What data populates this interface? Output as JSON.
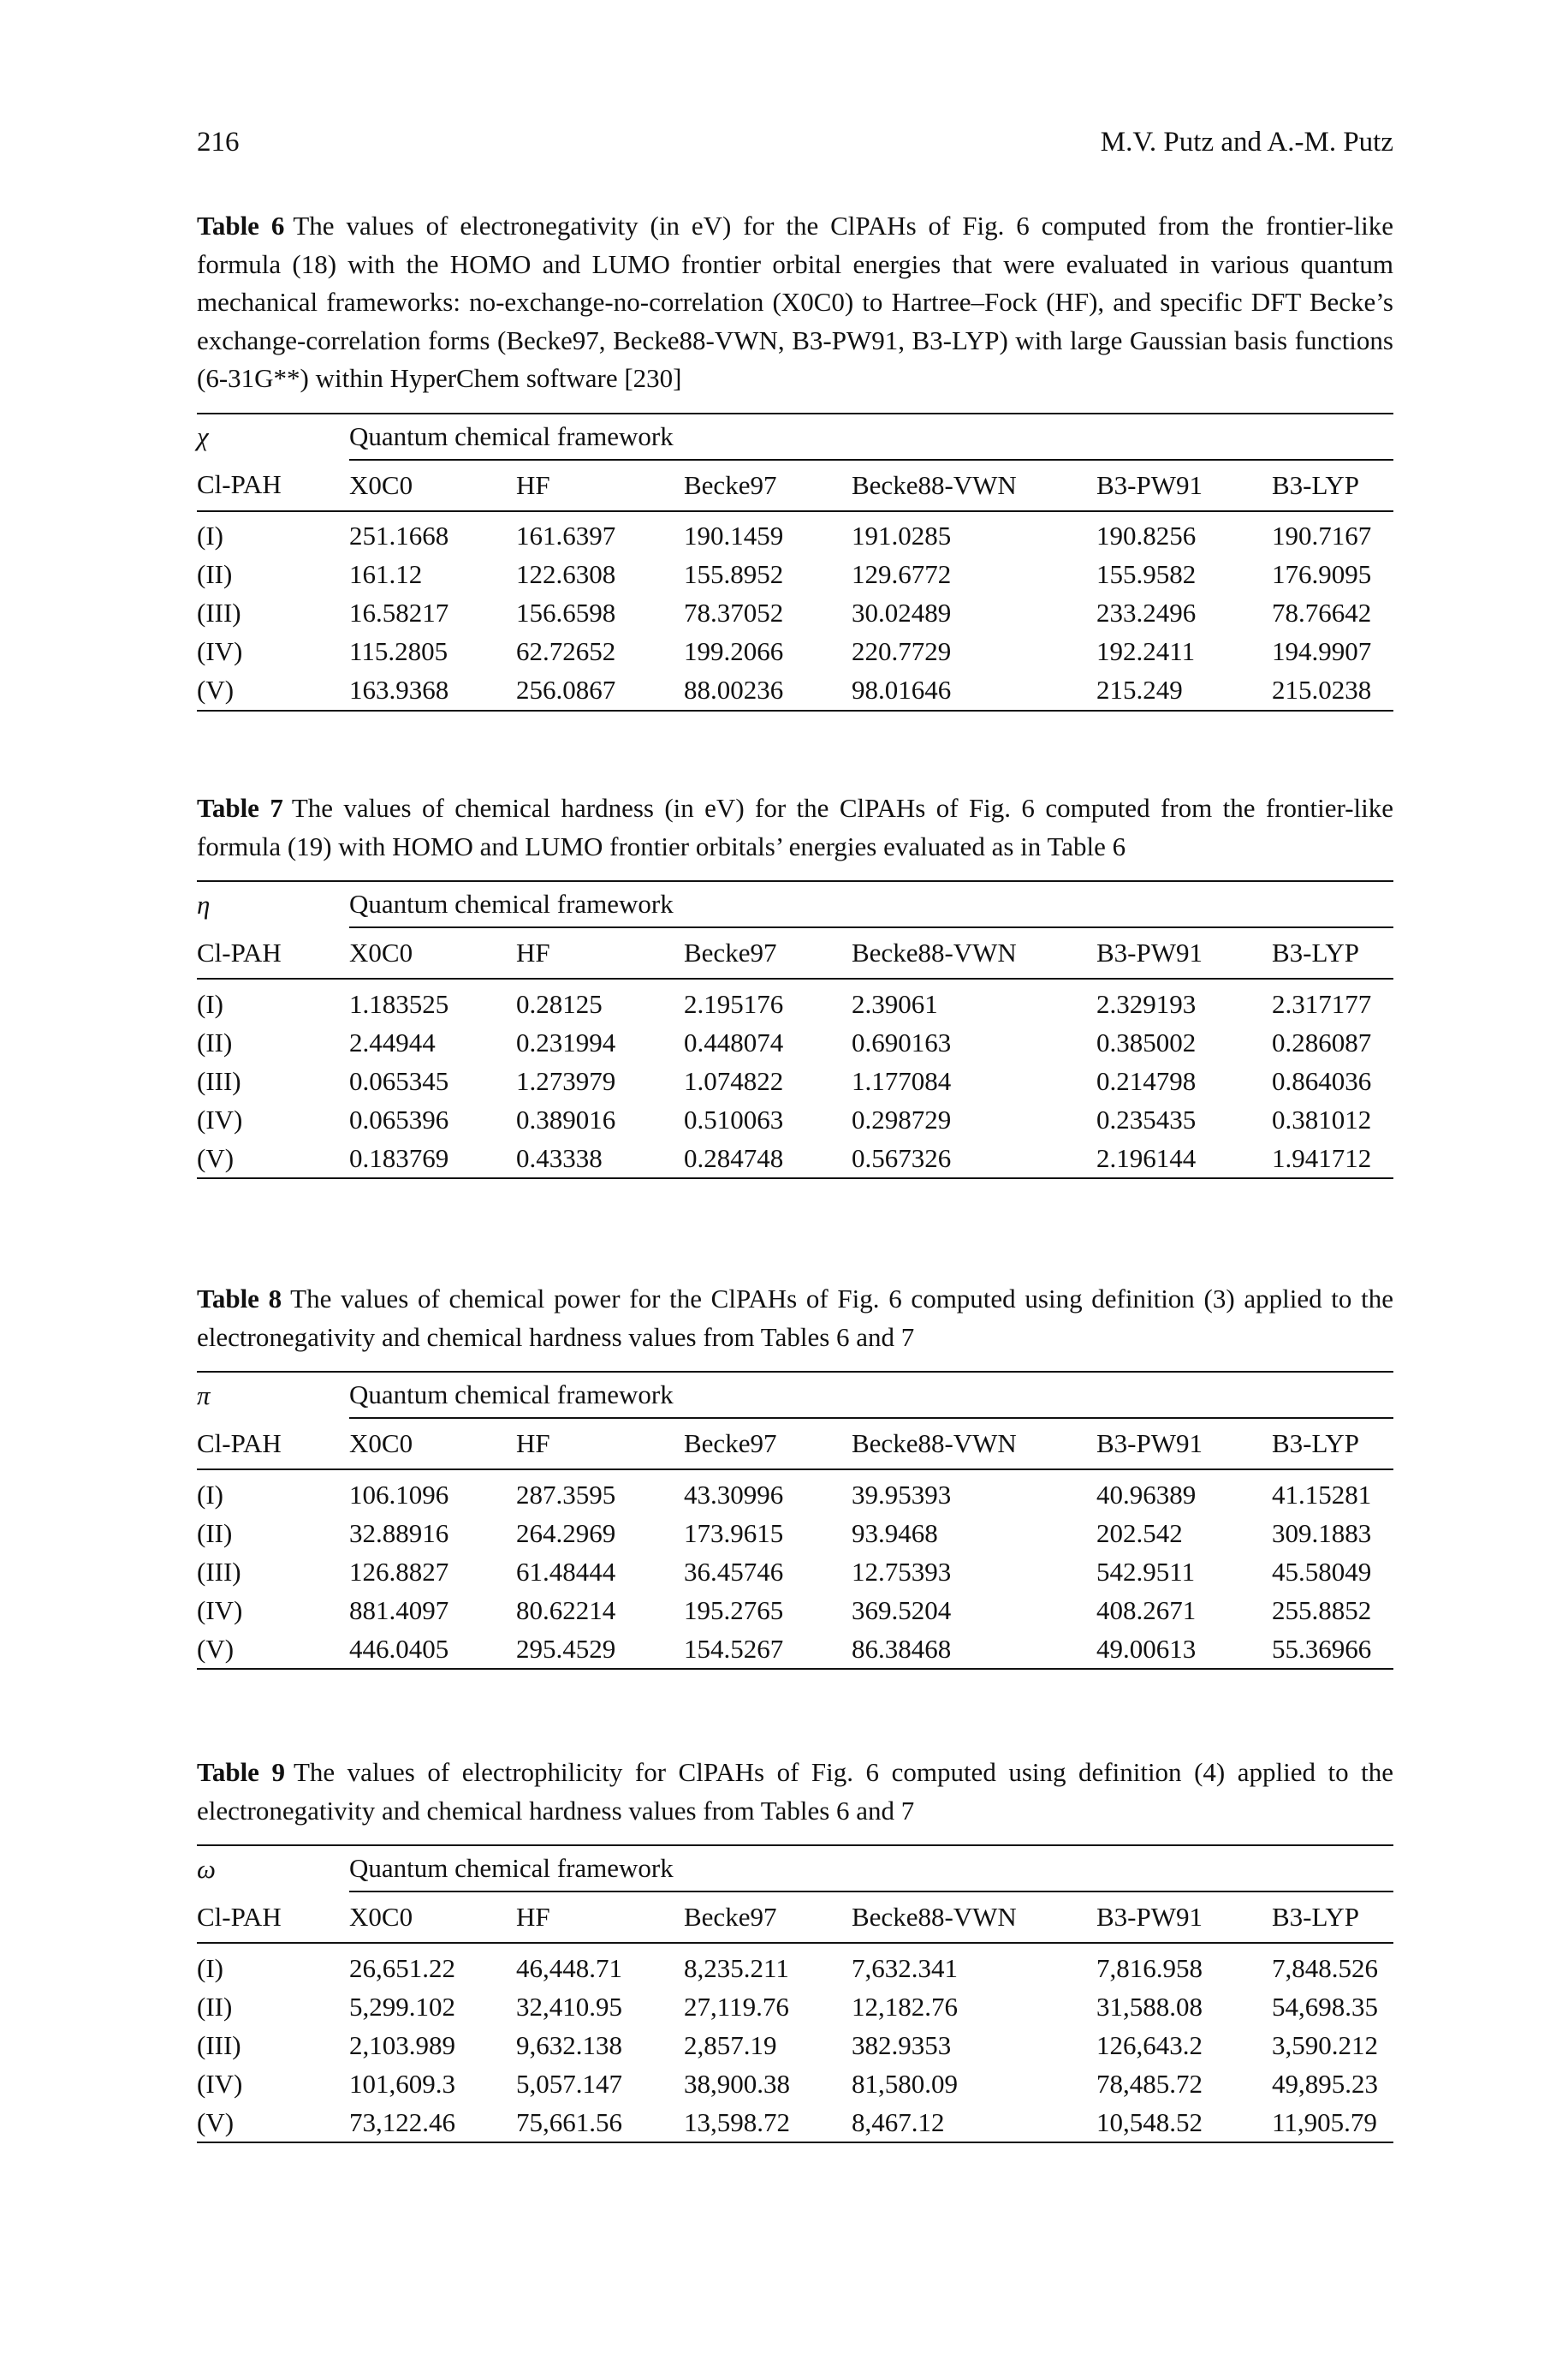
{
  "header": {
    "page_number": "216",
    "authors": "M.V. Putz and A.-M. Putz"
  },
  "columns": [
    "Cl-PAH",
    "X0C0",
    "HF",
    "Becke97",
    "Becke88-VWN",
    "B3-PW91",
    "B3-LYP"
  ],
  "framework_label": "Quantum chemical framework",
  "tables": [
    {
      "label": "Table 6",
      "caption": "The values of electronegativity (in eV) for the ClPAHs of Fig. 6 computed from the frontier-like formula (18) with the HOMO and LUMO frontier orbital energies that were evaluated in various quantum mechanical frameworks: no-exchange-no-correlation (X0C0) to Hartree–Fock (HF), and specific DFT Becke’s exchange-correlation forms (Becke97, Becke88-VWN, B3-PW91, B3-LYP) with large Gaussian basis functions (6-31G**) within HyperChem software [230]",
      "symbol": "χ",
      "rows": [
        [
          "(I)",
          "251.1668",
          "161.6397",
          "190.1459",
          "191.0285",
          "190.8256",
          "190.7167"
        ],
        [
          "(II)",
          "161.12",
          "122.6308",
          "155.8952",
          "129.6772",
          "155.9582",
          "176.9095"
        ],
        [
          "(III)",
          "16.58217",
          "156.6598",
          "78.37052",
          "30.02489",
          "233.2496",
          "78.76642"
        ],
        [
          "(IV)",
          "115.2805",
          "62.72652",
          "199.2066",
          "220.7729",
          "192.2411",
          "194.9907"
        ],
        [
          "(V)",
          "163.9368",
          "256.0867",
          "88.00236",
          "98.01646",
          "215.249",
          "215.0238"
        ]
      ]
    },
    {
      "label": "Table 7",
      "caption": "The values of chemical hardness (in eV) for the ClPAHs of Fig. 6 computed from the frontier-like formula (19) with HOMO and LUMO frontier orbitals’ energies evaluated as in Table 6",
      "symbol": "η",
      "rows": [
        [
          "(I)",
          "1.183525",
          "0.28125",
          "2.195176",
          "2.39061",
          "2.329193",
          "2.317177"
        ],
        [
          "(II)",
          "2.44944",
          "0.231994",
          "0.448074",
          "0.690163",
          "0.385002",
          "0.286087"
        ],
        [
          "(III)",
          "0.065345",
          "1.273979",
          "1.074822",
          "1.177084",
          "0.214798",
          "0.864036"
        ],
        [
          "(IV)",
          "0.065396",
          "0.389016",
          "0.510063",
          "0.298729",
          "0.235435",
          "0.381012"
        ],
        [
          "(V)",
          "0.183769",
          "0.43338",
          "0.284748",
          "0.567326",
          "2.196144",
          "1.941712"
        ]
      ]
    },
    {
      "label": "Table 8",
      "caption": "The values of chemical power for the ClPAHs of Fig. 6 computed using definition (3) applied to the electronegativity and chemical hardness values from Tables 6 and 7",
      "symbol": "π",
      "rows": [
        [
          "(I)",
          "106.1096",
          "287.3595",
          "43.30996",
          "39.95393",
          "40.96389",
          "41.15281"
        ],
        [
          "(II)",
          "32.88916",
          "264.2969",
          "173.9615",
          "93.9468",
          "202.542",
          "309.1883"
        ],
        [
          "(III)",
          "126.8827",
          "61.48444",
          "36.45746",
          "12.75393",
          "542.9511",
          "45.58049"
        ],
        [
          "(IV)",
          "881.4097",
          "80.62214",
          "195.2765",
          "369.5204",
          "408.2671",
          "255.8852"
        ],
        [
          "(V)",
          "446.0405",
          "295.4529",
          "154.5267",
          "86.38468",
          "49.00613",
          "55.36966"
        ]
      ]
    },
    {
      "label": "Table 9",
      "caption": "The values of electrophilicity for ClPAHs of Fig. 6 computed using definition (4) applied to the electronegativity and chemical hardness values from Tables 6 and 7",
      "symbol": "ω",
      "rows": [
        [
          "(I)",
          "26,651.22",
          "46,448.71",
          "8,235.211",
          "7,632.341",
          "7,816.958",
          "7,848.526"
        ],
        [
          "(II)",
          "5,299.102",
          "32,410.95",
          "27,119.76",
          "12,182.76",
          "31,588.08",
          "54,698.35"
        ],
        [
          "(III)",
          "2,103.989",
          "9,632.138",
          "2,857.19",
          "382.9353",
          "126,643.2",
          "3,590.212"
        ],
        [
          "(IV)",
          "101,609.3",
          "5,057.147",
          "38,900.38",
          "81,580.09",
          "78,485.72",
          "49,895.23"
        ],
        [
          "(V)",
          "73,122.46",
          "75,661.56",
          "13,598.72",
          "8,467.12",
          "10,548.52",
          "11,905.79"
        ]
      ]
    }
  ]
}
